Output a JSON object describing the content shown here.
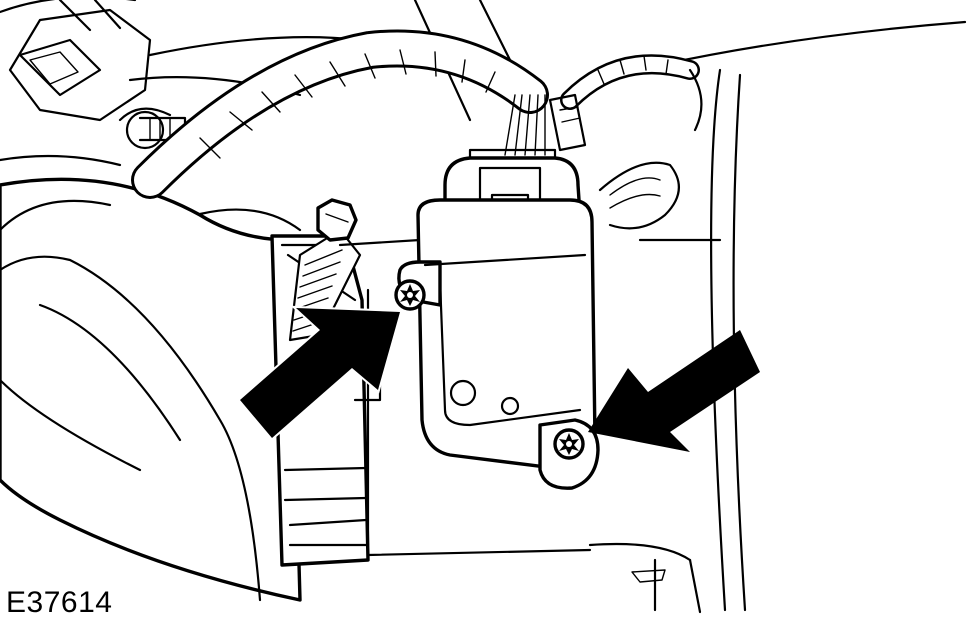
{
  "figure": {
    "reference_code": "E37614",
    "parts": [
      "air-intake-hose",
      "hose-clamp",
      "mass-air-flow-sensor",
      "electrical-connector",
      "wiring-harness",
      "retaining-screws"
    ],
    "callouts": [
      "arrow-upper-left-screw",
      "arrow-lower-right-screw"
    ]
  }
}
